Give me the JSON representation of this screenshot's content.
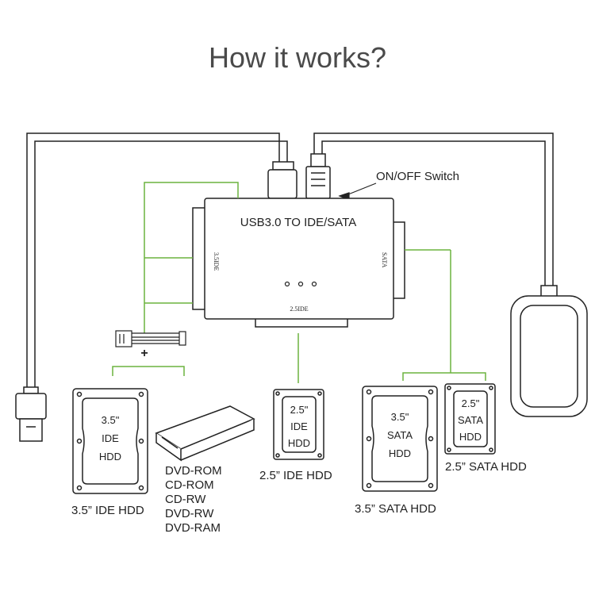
{
  "title": "How it works?",
  "adapter": {
    "label": "USB3.0 TO IDE/SATA",
    "port_left": "3.5IDE",
    "port_right": "SATA",
    "port_bottom": "2.5IDE"
  },
  "switch_label": "ON/OFF Switch",
  "power_plus": "+",
  "drives": {
    "ide35": {
      "size": "3.5\"",
      "type": "IDE",
      "kind": "HDD",
      "caption": "3.5”  IDE HDD"
    },
    "ide25": {
      "size": "2.5\"",
      "type": "IDE",
      "kind": "HDD",
      "caption": "2.5”  IDE HDD"
    },
    "sata35": {
      "size": "3.5\"",
      "type": "SATA",
      "kind": "HDD",
      "caption": "3.5”  SATA HDD"
    },
    "sata25": {
      "size": "2.5\"",
      "type": "SATA",
      "kind": "HDD",
      "caption": "2.5”  SATA HDD"
    }
  },
  "optical_list": [
    "DVD-ROM",
    "CD-ROM",
    "CD-RW",
    "DVD-RW",
    "DVD-RAM"
  ],
  "colors": {
    "line": "#222222",
    "connector": "#6cb33f",
    "title": "#4a4a4a"
  }
}
